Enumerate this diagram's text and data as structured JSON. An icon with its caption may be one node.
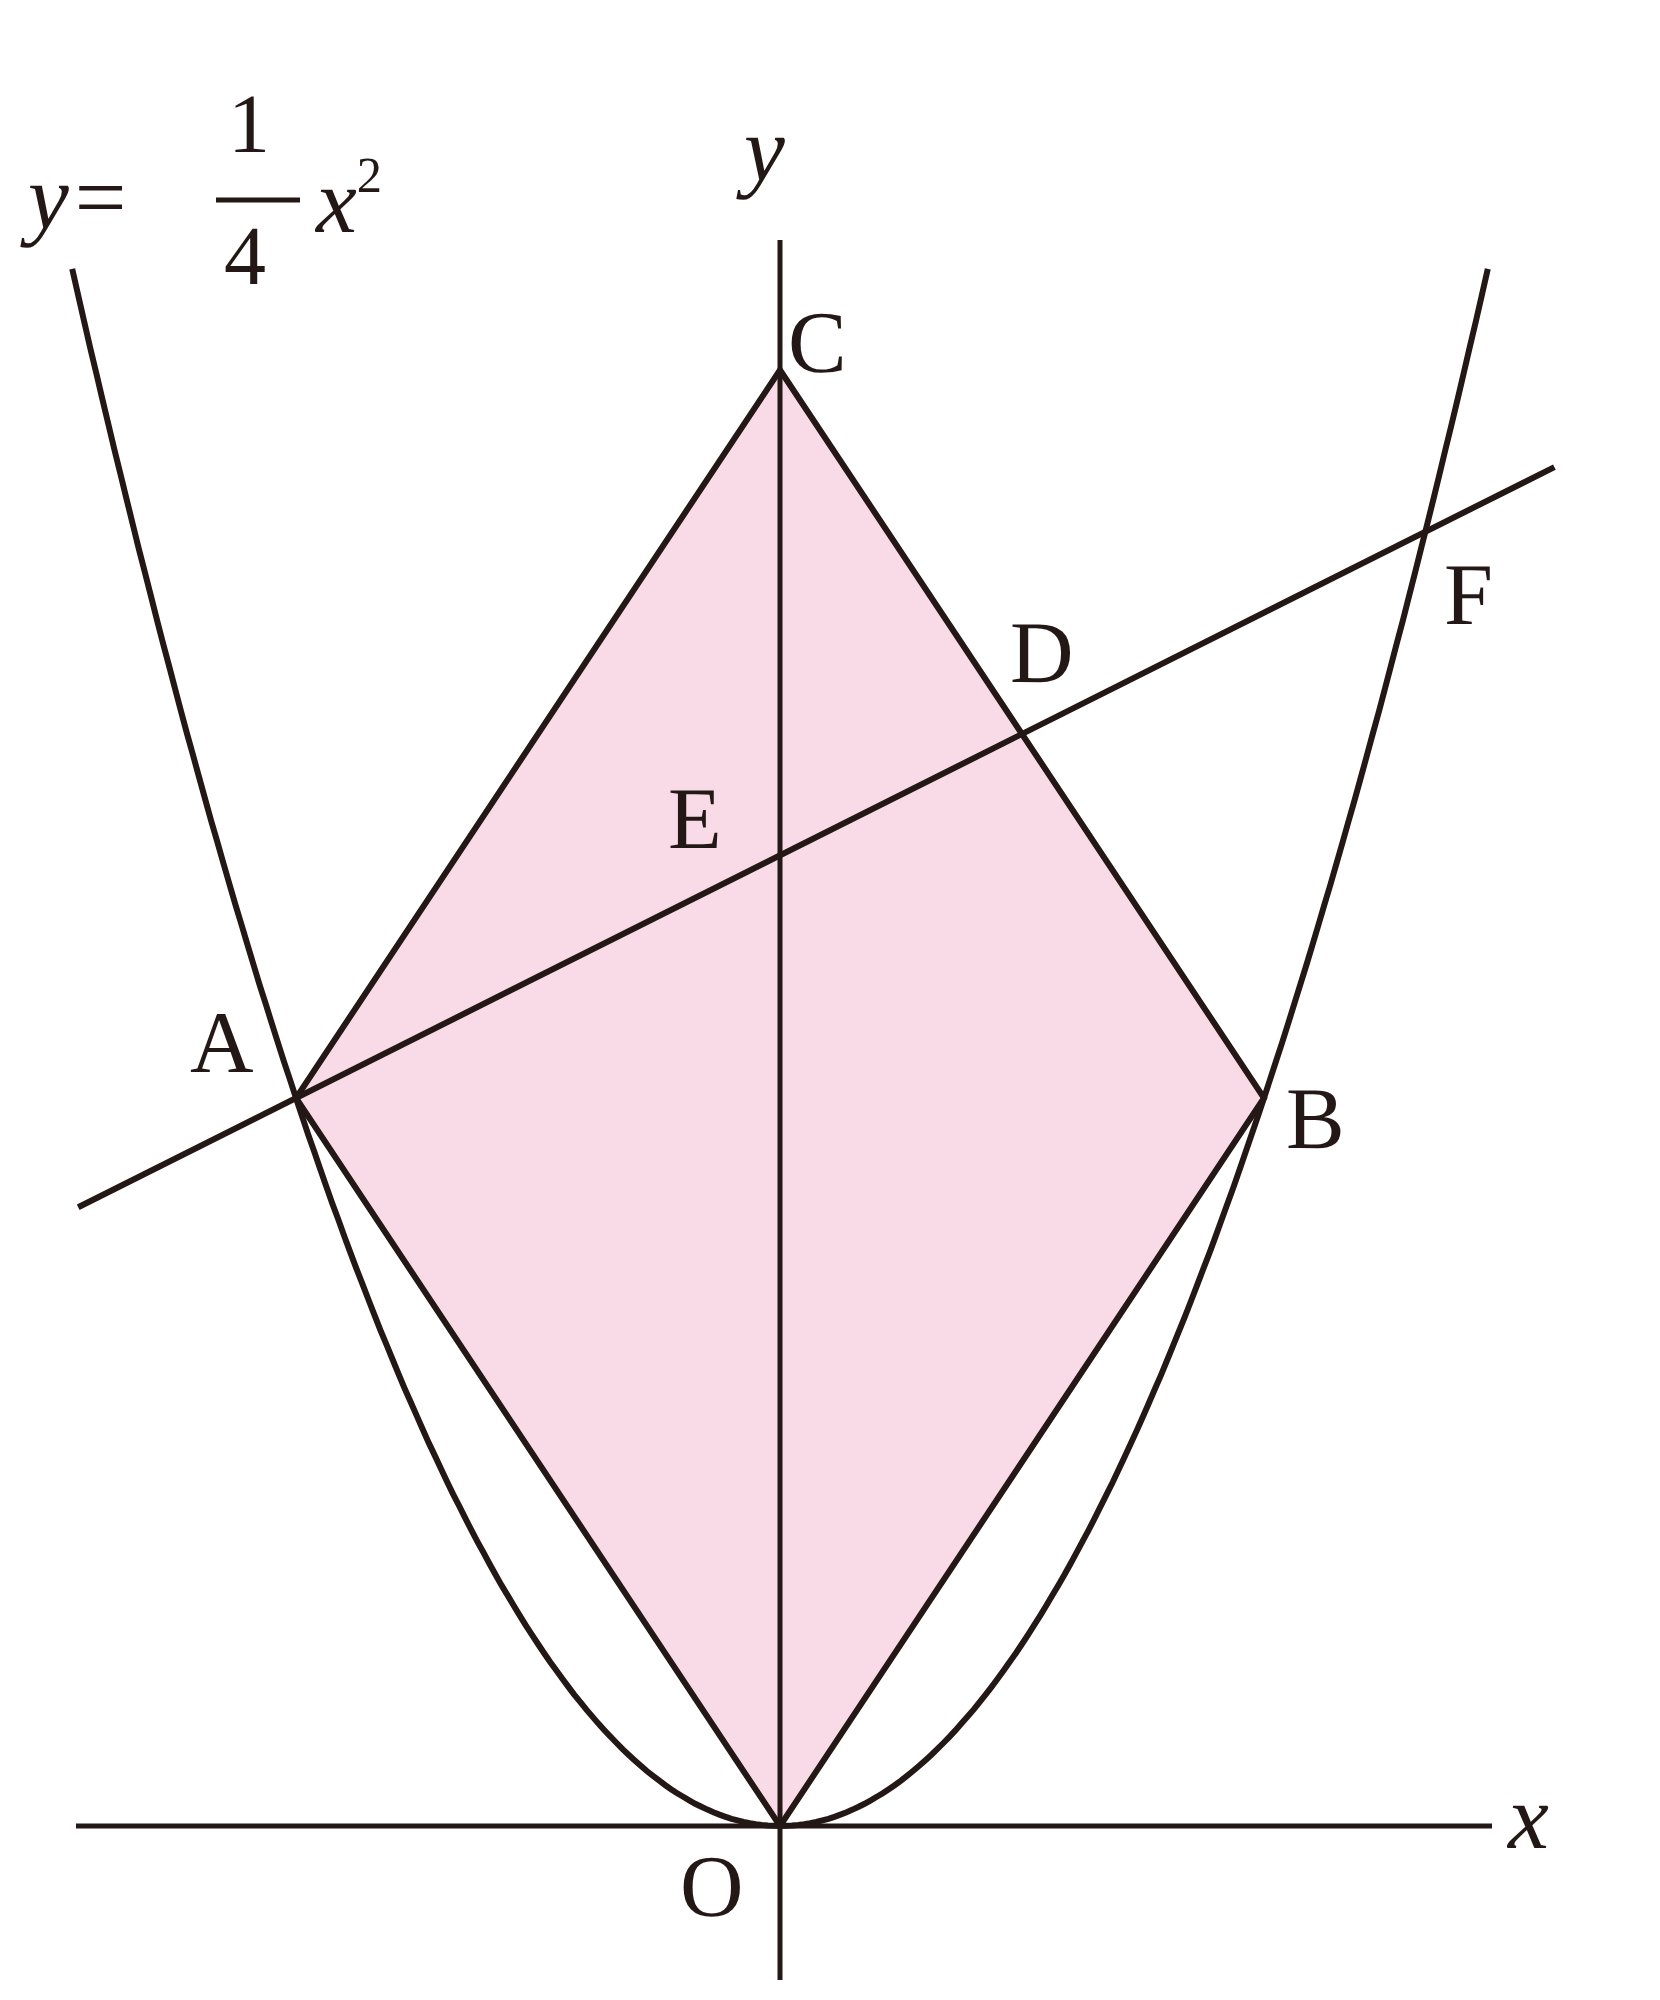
{
  "diagram": {
    "labels": [
      "y=",
      "1",
      "4",
      "x$^{2}$",
      "y",
      "C",
      "D",
      "F",
      "E",
      "A",
      "B",
      "O",
      "x"
    ]
  }
}
